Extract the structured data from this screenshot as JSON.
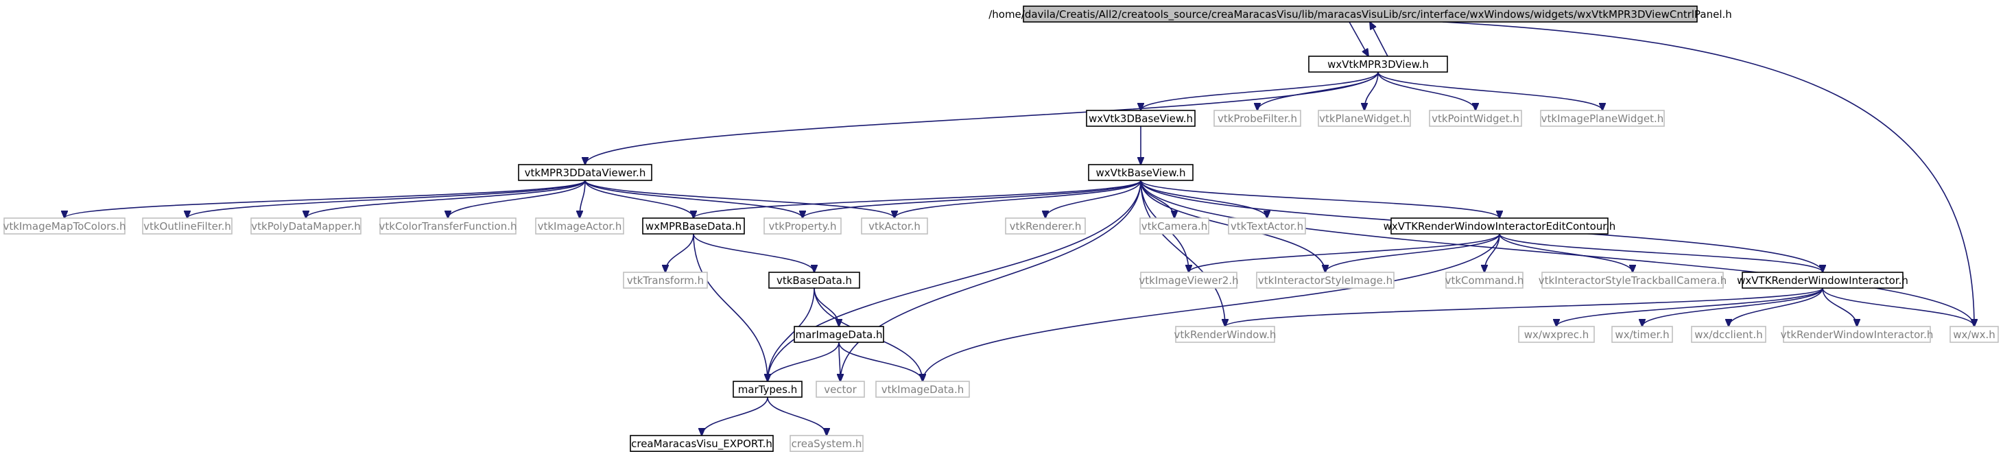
{
  "diagram": {
    "type": "include-dependency-graph",
    "colors": {
      "edge": "#191970",
      "root_fill": "#bfbfbf",
      "external_text": "#7f7f7f",
      "external_border": "#bfbfbf"
    },
    "nodes": [
      {
        "id": "root",
        "label": "/home/davila/Creatis/All2/creatools_source/creaMaracasVisu/lib/maracasVisuLib/src/interface/wxWindows/widgets/wxVtkMPR3DViewCntrlPanel.h",
        "kind": "root"
      },
      {
        "id": "mpr3dview",
        "label": "wxVtkMPR3DView.h",
        "kind": "primary"
      },
      {
        "id": "vtk3dbase",
        "label": "wxVtk3DBaseView.h",
        "kind": "primary"
      },
      {
        "id": "probe",
        "label": "vtkProbeFilter.h",
        "kind": "external"
      },
      {
        "id": "planew",
        "label": "vtkPlaneWidget.h",
        "kind": "external"
      },
      {
        "id": "pointw",
        "label": "vtkPointWidget.h",
        "kind": "external"
      },
      {
        "id": "imgplanew",
        "label": "vtkImagePlaneWidget.h",
        "kind": "external"
      },
      {
        "id": "mprdataviewer",
        "label": "vtkMPR3DDataViewer.h",
        "kind": "primary"
      },
      {
        "id": "vtkbaseview",
        "label": "wxVtkBaseView.h",
        "kind": "primary"
      },
      {
        "id": "imgmap",
        "label": "vtkImageMapToColors.h",
        "kind": "external"
      },
      {
        "id": "outline",
        "label": "vtkOutlineFilter.h",
        "kind": "external"
      },
      {
        "id": "polymapper",
        "label": "vtkPolyDataMapper.h",
        "kind": "external"
      },
      {
        "id": "colortf",
        "label": "vtkColorTransferFunction.h",
        "kind": "external"
      },
      {
        "id": "imgactor",
        "label": "vtkImageActor.h",
        "kind": "external"
      },
      {
        "id": "mprbasedata",
        "label": "wxMPRBaseData.h",
        "kind": "primary"
      },
      {
        "id": "property",
        "label": "vtkProperty.h",
        "kind": "external"
      },
      {
        "id": "actor",
        "label": "vtkActor.h",
        "kind": "external"
      },
      {
        "id": "renderer",
        "label": "vtkRenderer.h",
        "kind": "external"
      },
      {
        "id": "camera",
        "label": "vtkCamera.h",
        "kind": "external"
      },
      {
        "id": "textactor",
        "label": "vtkTextActor.h",
        "kind": "external"
      },
      {
        "id": "editcontour",
        "label": "wxVTKRenderWindowInteractorEditContour.h",
        "kind": "primary"
      },
      {
        "id": "transform",
        "label": "vtkTransform.h",
        "kind": "external"
      },
      {
        "id": "basedata",
        "label": "vtkBaseData.h",
        "kind": "primary"
      },
      {
        "id": "imgviewer2",
        "label": "vtkImageViewer2.h",
        "kind": "external"
      },
      {
        "id": "isimage",
        "label": "vtkInteractorStyleImage.h",
        "kind": "external"
      },
      {
        "id": "command",
        "label": "vtkCommand.h",
        "kind": "external"
      },
      {
        "id": "istrackball",
        "label": "vtkInteractorStyleTrackballCamera.h",
        "kind": "external"
      },
      {
        "id": "rwi",
        "label": "wxVTKRenderWindowInteractor.h",
        "kind": "primary"
      },
      {
        "id": "marimagedata",
        "label": "marImageData.h",
        "kind": "primary"
      },
      {
        "id": "renderwindow",
        "label": "vtkRenderWindow.h",
        "kind": "external"
      },
      {
        "id": "wxprec",
        "label": "wx/wxprec.h",
        "kind": "external"
      },
      {
        "id": "timer",
        "label": "wx/timer.h",
        "kind": "external"
      },
      {
        "id": "dcclient",
        "label": "wx/dcclient.h",
        "kind": "external"
      },
      {
        "id": "vtkrwi",
        "label": "vtkRenderWindowInteractor.h",
        "kind": "external"
      },
      {
        "id": "wxwx",
        "label": "wx/wx.h",
        "kind": "external"
      },
      {
        "id": "martypes",
        "label": "marTypes.h",
        "kind": "primary"
      },
      {
        "id": "vector",
        "label": "vector",
        "kind": "external"
      },
      {
        "id": "vtkimagedata",
        "label": "vtkImageData.h",
        "kind": "external"
      },
      {
        "id": "export",
        "label": "creaMaracasVisu_EXPORT.h",
        "kind": "primary"
      },
      {
        "id": "system",
        "label": "creaSystem.h",
        "kind": "external"
      }
    ],
    "edges": [
      [
        "root",
        "mpr3dview"
      ],
      [
        "mpr3dview",
        "root"
      ],
      [
        "root",
        "wxwx"
      ],
      [
        "mpr3dview",
        "mprdataviewer"
      ],
      [
        "mpr3dview",
        "vtk3dbase"
      ],
      [
        "mpr3dview",
        "probe"
      ],
      [
        "mpr3dview",
        "planew"
      ],
      [
        "mpr3dview",
        "pointw"
      ],
      [
        "mpr3dview",
        "imgplanew"
      ],
      [
        "vtk3dbase",
        "vtkbaseview"
      ],
      [
        "mprdataviewer",
        "imgmap"
      ],
      [
        "mprdataviewer",
        "outline"
      ],
      [
        "mprdataviewer",
        "polymapper"
      ],
      [
        "mprdataviewer",
        "colortf"
      ],
      [
        "mprdataviewer",
        "imgactor"
      ],
      [
        "mprdataviewer",
        "mprbasedata"
      ],
      [
        "mprdataviewer",
        "property"
      ],
      [
        "mprdataviewer",
        "actor"
      ],
      [
        "vtkbaseview",
        "mprbasedata"
      ],
      [
        "vtkbaseview",
        "property"
      ],
      [
        "vtkbaseview",
        "actor"
      ],
      [
        "vtkbaseview",
        "renderer"
      ],
      [
        "vtkbaseview",
        "camera"
      ],
      [
        "vtkbaseview",
        "textactor"
      ],
      [
        "vtkbaseview",
        "editcontour"
      ],
      [
        "vtkbaseview",
        "imgviewer2"
      ],
      [
        "vtkbaseview",
        "isimage"
      ],
      [
        "vtkbaseview",
        "rwi"
      ],
      [
        "vtkbaseview",
        "renderwindow"
      ],
      [
        "vtkbaseview",
        "wxwx"
      ],
      [
        "vtkbaseview",
        "martypes"
      ],
      [
        "vtkbaseview",
        "vector"
      ],
      [
        "mprbasedata",
        "transform"
      ],
      [
        "mprbasedata",
        "basedata"
      ],
      [
        "mprbasedata",
        "martypes"
      ],
      [
        "basedata",
        "marimagedata"
      ],
      [
        "basedata",
        "martypes"
      ],
      [
        "basedata",
        "vtkimagedata"
      ],
      [
        "marimagedata",
        "martypes"
      ],
      [
        "marimagedata",
        "vector"
      ],
      [
        "marimagedata",
        "vtkimagedata"
      ],
      [
        "editcontour",
        "imgviewer2"
      ],
      [
        "editcontour",
        "isimage"
      ],
      [
        "editcontour",
        "command"
      ],
      [
        "editcontour",
        "istrackball"
      ],
      [
        "editcontour",
        "rwi"
      ],
      [
        "editcontour",
        "vtkimagedata"
      ],
      [
        "rwi",
        "renderwindow"
      ],
      [
        "rwi",
        "wxprec"
      ],
      [
        "rwi",
        "timer"
      ],
      [
        "rwi",
        "dcclient"
      ],
      [
        "rwi",
        "vtkrwi"
      ],
      [
        "rwi",
        "wxwx"
      ],
      [
        "martypes",
        "export"
      ],
      [
        "martypes",
        "system"
      ]
    ]
  }
}
